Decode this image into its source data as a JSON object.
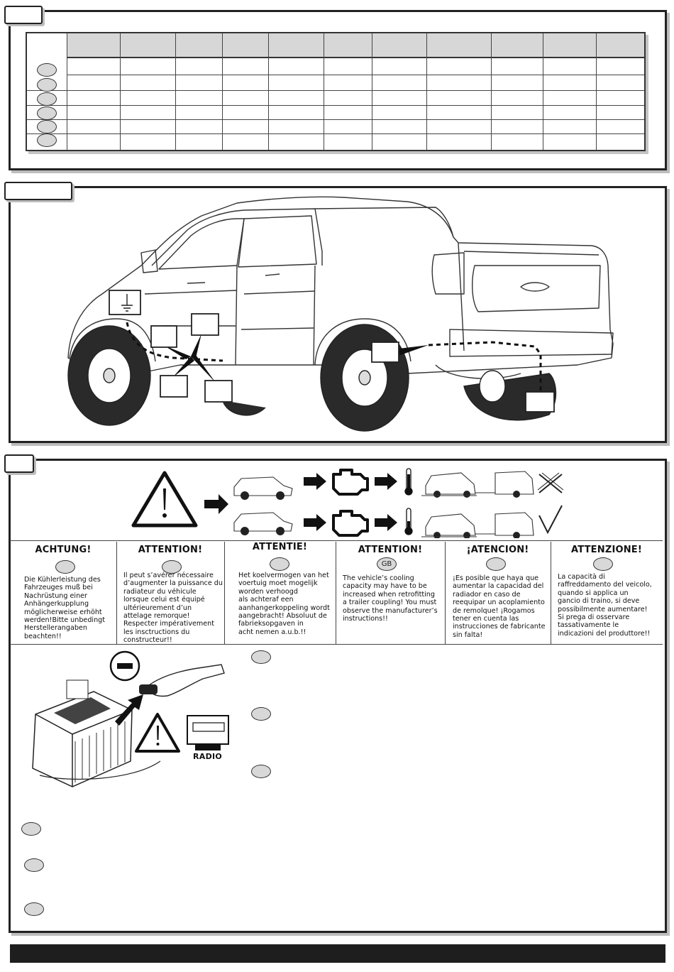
{
  "radio_label": "RADIO",
  "gb_badge": "GB",
  "warnings": [
    {
      "lang": "de",
      "title": "ACHTUNG!",
      "text": "Die Kühlerleistung des\nFahrzeuges muß bei\nNachrüstung einer\nAnhängerkupplung\nmöglicherweise erhöht\nwerden!Bitte unbedingt\nHerstellerangaben\nbeachten!!"
    },
    {
      "lang": "fr",
      "title": "ATTENTION!",
      "text": "Il peut s’avérer nécessaire\nd’augmenter la puissance du\nradiateur du véhicule\nlorsque celui est équipé\nultérieurement d’un\nattelage remorque!\nRespecter impérativement\nles insctructions du\nconstructeur!!"
    },
    {
      "lang": "nl",
      "title": "ATTENTIE!",
      "text": "Het koelvermogen van het\nvoertuig moet mogelijk\nworden verhoogd\nals achteraf een\naanhangerkoppeling wordt\naangebracht! Absoluut de\nfabrieksopgaven in\nacht nemen a.u.b.!!"
    },
    {
      "lang": "gb",
      "title": "ATTENTION!",
      "text": "The vehicle’s cooling\ncapacity may have to be\nincreased when retrofitting\na trailer coupling! You must\nobserve the manufacturer’s\ninstructions!!"
    },
    {
      "lang": "es",
      "title": "¡ATENCION!",
      "text": "¡Es posible que haya que\naumentar la capacidad del\nradiador en caso de\nreequipar un acoplamiento\nde remolque! ¡Rogamos\ntener en cuenta las\ninstrucciones de fabricante\nsin falta!"
    },
    {
      "lang": "it",
      "title": "ATTENZIONE!",
      "text": "La capacità di\nraffreddamento del veicolo,\nquando si applica un\ngancio di traino, si deve\npossibilmente aumentare!\nSi prega di osservare\ntassativamente le\nindicazioni del produttore!!"
    }
  ],
  "icons": {
    "warning": "warning-triangle-icon",
    "engine": "engine-icon",
    "thermometer": "thermometer-icon",
    "cross": "cross-icon",
    "check": "check-icon",
    "ground": "ground-symbol-icon",
    "minus": "minus-terminal-icon"
  },
  "colors": {
    "panel_border": "#222222",
    "oval_fill": "#d8d8d8",
    "footer": "#1e1e1e"
  }
}
